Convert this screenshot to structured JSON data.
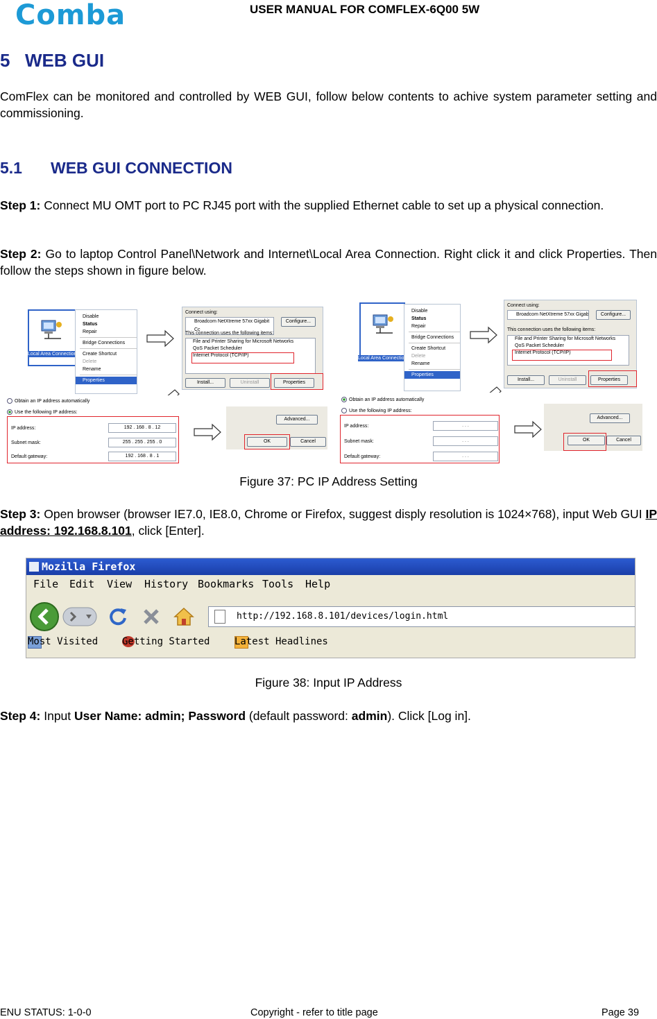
{
  "header": {
    "logo_text": "Comba",
    "title": "USER MANUAL FOR COMFLEX-6Q00 5W"
  },
  "section": {
    "number": "5",
    "title": "WEB GUI",
    "intro": "ComFlex can be monitored and controlled by WEB GUI, follow below contents to achive system parameter setting and commissioning."
  },
  "subsection": {
    "number": "5.1",
    "title": "WEB GUI CONNECTION"
  },
  "steps": {
    "step1_label": "Step 1:",
    "step1_text": " Connect MU OMT port to PC RJ45 port with the supplied Ethernet cable to set up a physical connection.",
    "step2_label": "Step 2:",
    "step2_text": " Go to laptop Control Panel\\Network and Internet\\Local Area Connection. Right click it and click Properties. Then follow the steps shown in figure below.",
    "step3_label": "Step 3:",
    "step3_text_a": " Open browser (browser IE7.0, IE8.0, Chrome or Firefox, suggest disply resolution is 1024×768), input Web GUI ",
    "step3_link": "IP address: 192.168.8.101",
    "step3_text_b": ", click [Enter].",
    "step4_label": "Step 4:",
    "step4_text_a": " Input ",
    "step4_bold": "User Name: admin; Password",
    "step4_text_b": " (default password: ",
    "step4_bold2": "admin",
    "step4_text_c": "). Click [Log in]."
  },
  "figure37": {
    "caption": "Figure 37: PC IP Address Setting",
    "icon_label": "Local Area Connection",
    "icon_label_short": "Local Area Connectior",
    "context_menu": [
      "Disable",
      "Status",
      "Repair",
      "Bridge Connections",
      "Create Shortcut",
      "Delete",
      "Rename",
      "Properties"
    ],
    "connect_using": "Connect using:",
    "adapter": "Broadcom NetXtreme 57xx Gigabit Cc",
    "configure": "Configure...",
    "items_label": "This connection uses the following items:",
    "items": [
      "File and Printer Sharing for Microsoft Networks",
      "QoS Packet Scheduler",
      "Internet Protocol (TCP/IP)"
    ],
    "install": "Install...",
    "uninstall": "Uninstall",
    "properties": "Properties",
    "obtain_auto": "Obtain an IP address automatically",
    "use_following": "Use the following IP address:",
    "ip_label": "IP address:",
    "mask_label": "Subnet mask:",
    "gateway_label": "Default gateway:",
    "ip_value": "192 . 168 . 8 . 12",
    "mask_value": "255 . 255 . 255 . 0",
    "gateway_value": "192 . 168 . 8 . 1",
    "empty_ip": ".   .   .",
    "advanced": "Advanced...",
    "ok": "OK",
    "cancel": "Cancel"
  },
  "figure38": {
    "caption": "Figure 38: Input IP Address",
    "window_title": "Mozilla Firefox",
    "menu": [
      "File",
      "Edit",
      "View",
      "History",
      "Bookmarks",
      "Tools",
      "Help"
    ],
    "url": "http://192.168.8.101/devices/login.html",
    "bookmarks": [
      "Most Visited",
      "Getting Started",
      "Latest Headlines"
    ]
  },
  "footer": {
    "status": "ENU STATUS: 1-0-0",
    "copyright": "Copyright - refer to title page",
    "page": "Page 39"
  },
  "colors": {
    "logo": "#1d9ad6",
    "heading": "#1a2a8a",
    "highlight_box": "#e0242c",
    "selection": "#2f63c8"
  }
}
